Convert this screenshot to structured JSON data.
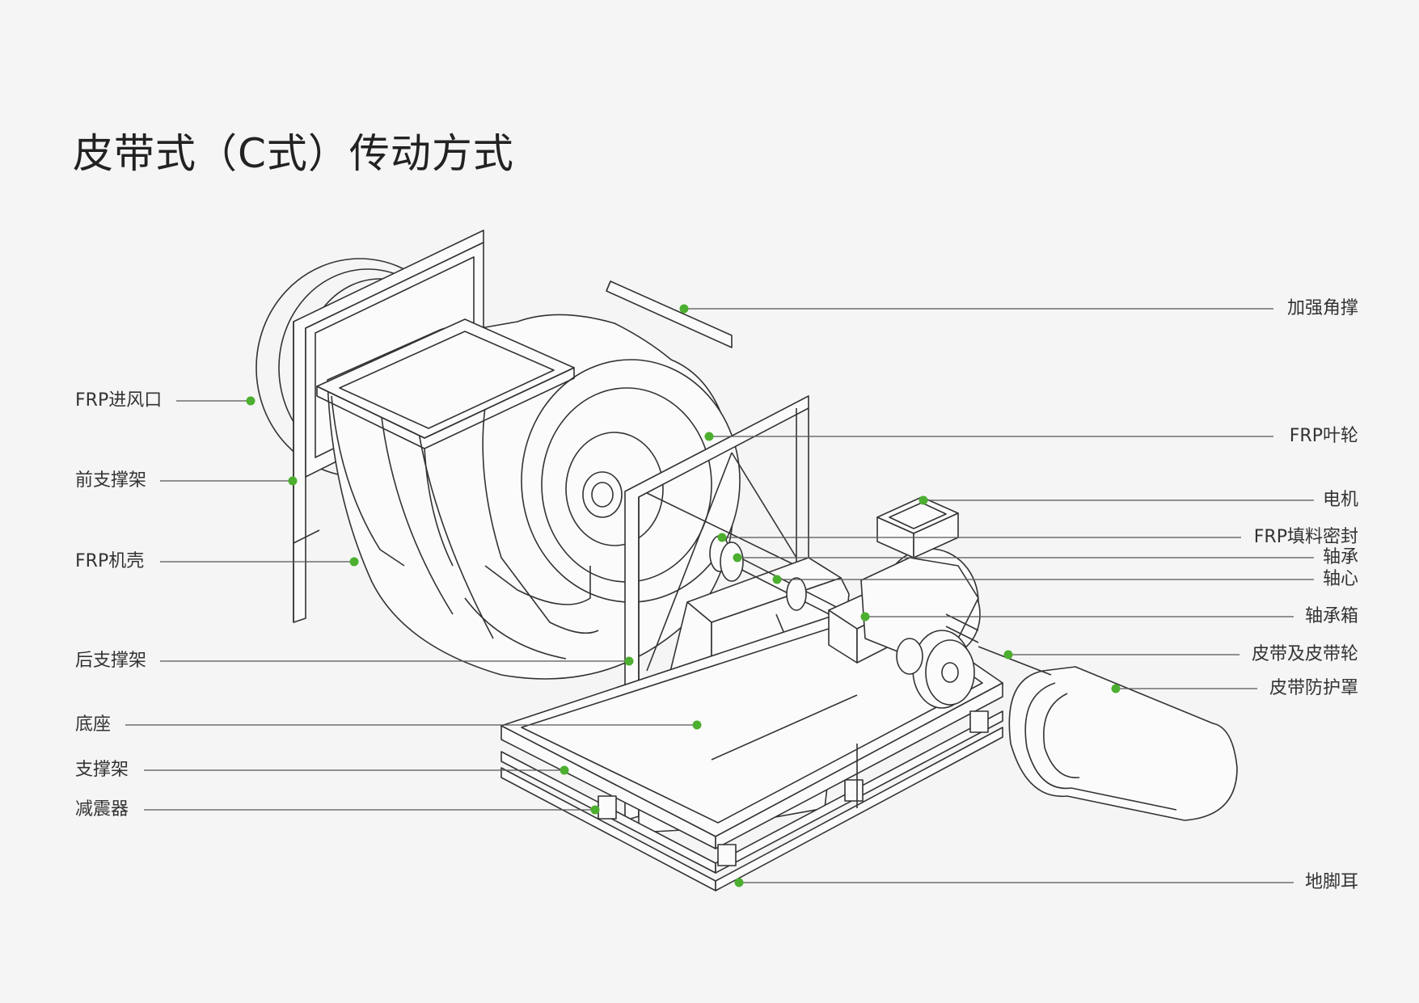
{
  "title": "皮带式（C式）传动方式",
  "colors": {
    "marker": "#4caf2f",
    "line": "#333333",
    "background": "#f5f5f5"
  },
  "labels_left": [
    {
      "id": "inlet",
      "text": "FRP进风口"
    },
    {
      "id": "front-bracket",
      "text": "前支撑架"
    },
    {
      "id": "housing",
      "text": "FRP机壳"
    },
    {
      "id": "rear-bracket",
      "text": "后支撑架"
    },
    {
      "id": "base",
      "text": "底座"
    },
    {
      "id": "support-frame",
      "text": "支撑架"
    },
    {
      "id": "damper",
      "text": "减震器"
    }
  ],
  "labels_right": [
    {
      "id": "reinforce-brace",
      "text": "加强角撑"
    },
    {
      "id": "impeller",
      "text": "FRP叶轮"
    },
    {
      "id": "motor",
      "text": "电机"
    },
    {
      "id": "packing-seal",
      "text": "FRP填料密封"
    },
    {
      "id": "bearing",
      "text": "轴承"
    },
    {
      "id": "shaft",
      "text": "轴心"
    },
    {
      "id": "bearing-box",
      "text": "轴承箱"
    },
    {
      "id": "belt-pulley",
      "text": "皮带及皮带轮"
    },
    {
      "id": "belt-guard",
      "text": "皮带防护罩"
    },
    {
      "id": "foot-lug",
      "text": "地脚耳"
    }
  ]
}
